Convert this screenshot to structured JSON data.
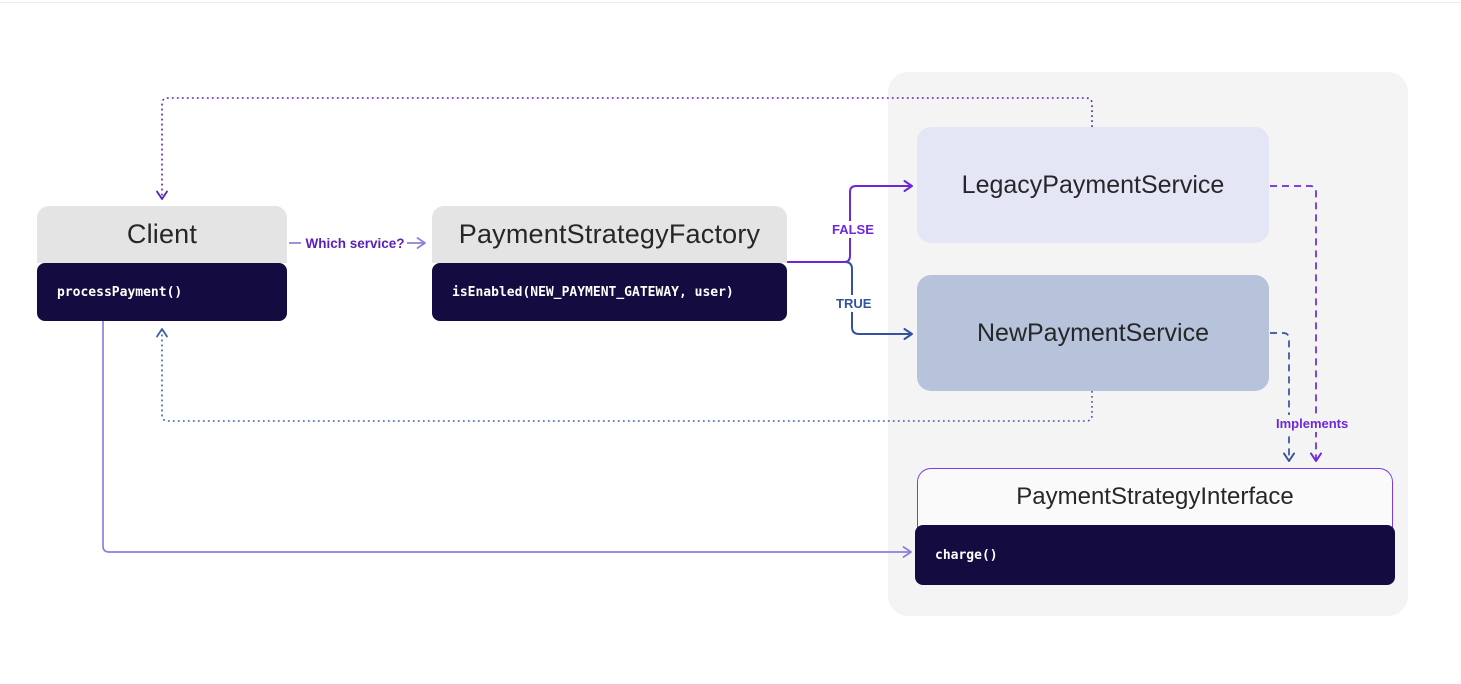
{
  "diagram": {
    "nodes": {
      "client": {
        "title": "Client",
        "method": "processPayment()"
      },
      "factory": {
        "title": "PaymentStrategyFactory",
        "method": "isEnabled(NEW_PAYMENT_GATEWAY, user)"
      },
      "legacy_service": {
        "title": "LegacyPaymentService"
      },
      "new_service": {
        "title": "NewPaymentService"
      },
      "interface": {
        "title": "PaymentStrategyInterface",
        "method": "charge()"
      }
    },
    "labels": {
      "which_service": "Which service?",
      "false_branch": "FALSE",
      "true_branch": "TRUE",
      "implements": "Implements"
    },
    "colors": {
      "purple": "#6d28d9",
      "indigo": "#5b21b6",
      "lightpurple": "#8d80dc",
      "blue": "#33539e",
      "dottedblue": "#3d5fa8",
      "navy": "#140c40",
      "headergray": "#e4e4e4",
      "legacyfill": "#e4e6f6",
      "newfill": "#b6c3da",
      "groupfill": "#f4f4f4",
      "ifaceheader": "#fafafa",
      "ifaceborder": "#7c3aed",
      "titletext": "#27272a",
      "codetext": "#ffffff"
    }
  }
}
